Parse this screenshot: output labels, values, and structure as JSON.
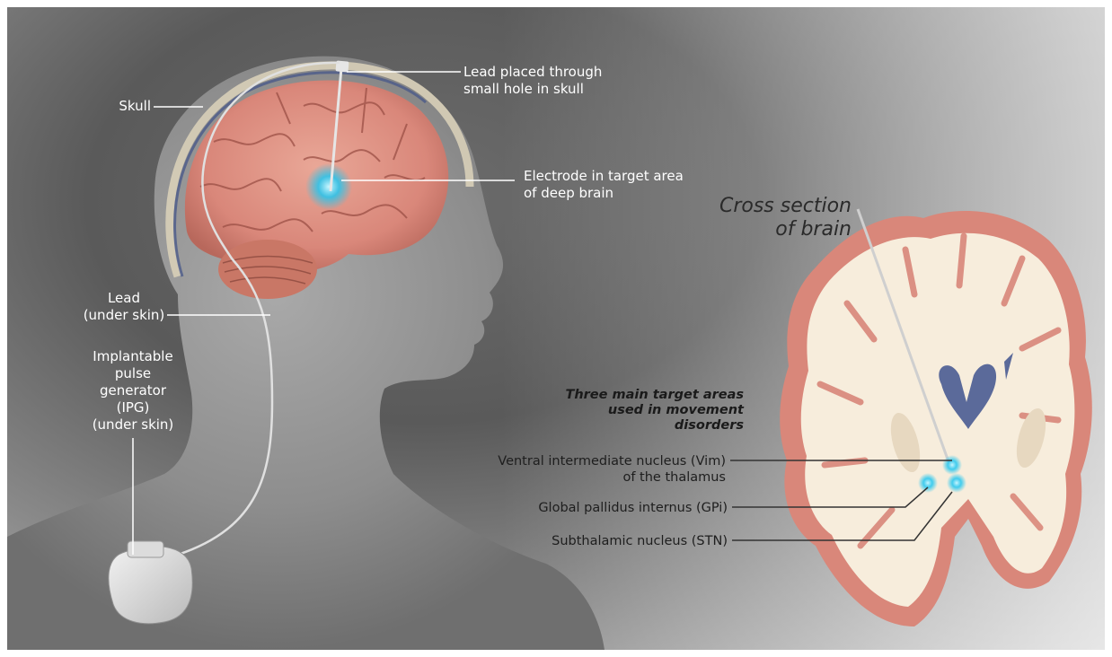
{
  "labels": {
    "skull": "Skull",
    "lead_placed": "Lead placed through\nsmall hole in skull",
    "electrode": "Electrode in target area\nof deep brain",
    "lead_under_skin": "Lead\n(under skin)",
    "ipg": "Implantable\npulse\ngenerator\n(IPG)\n(under skin)",
    "cross_section": "Cross section\nof brain",
    "three_targets": "Three main target areas\nused in movement\ndisorders",
    "vim": "Ventral intermediate nucleus (Vim)\nof the thalamus",
    "gpi": "Global pallidus internus (GPi)",
    "stn": "Subthalamic nucleus (STN)"
  },
  "colors": {
    "brain_pink": "#d9877a",
    "brain_cream": "#f7eddc",
    "ventricle_blue": "#5b6a9a",
    "target_cyan": "#22c6f0",
    "leader_white": "#ffffff",
    "leader_dark": "#333333"
  }
}
